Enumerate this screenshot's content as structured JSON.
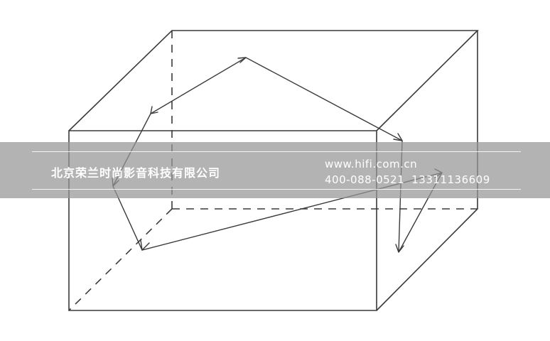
{
  "watermark": {
    "company": "北京荣兰时尚影音科技有限公司",
    "website": "www.hifi.com.cn",
    "phone_1": "400-088-0521",
    "phone_2": "13311136609"
  },
  "colors": {
    "line": "#3a3a3a",
    "band": "#969696",
    "band_text": "#ffffff",
    "background": "#ffffff"
  }
}
